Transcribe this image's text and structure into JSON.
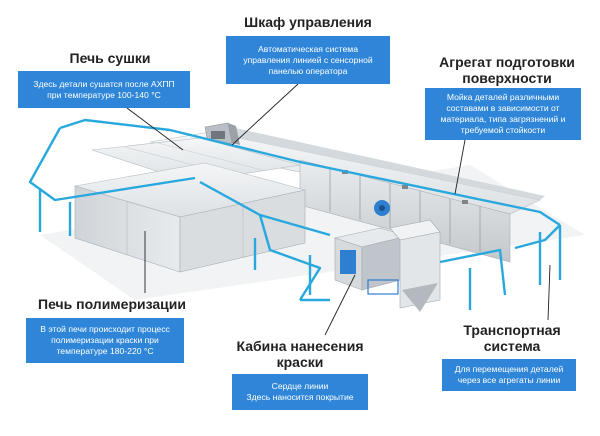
{
  "labels": {
    "cabinet": {
      "title": "Шкаф управления",
      "desc": "Автоматическая система\nуправления линией с сенсорной\nпанелью оператора"
    },
    "dryer": {
      "title": "Печь сушки",
      "desc": "Здесь детали сушатся после АХПП\nпри температуре 100-140 °С"
    },
    "prep": {
      "title_line1": "Агрегат подготовки",
      "title_line2": "поверхности",
      "desc": "Мойка деталей различными\nсоставами в зависимости от\nматериала, типа загрязнений и\nтребуемой стойкости"
    },
    "poly": {
      "title": "Печь полимеризации",
      "desc": "В этой печи происходит процесс\nполимеризации краски при\nтемпературе 180-220 °С"
    },
    "booth": {
      "title_line1": "Кабина нанесения",
      "title_line2": "краски",
      "desc": "Сердце линии\nЗдесь наносится покрытие"
    },
    "transport": {
      "title_line1": "Транспортная",
      "title_line2": "система",
      "desc": "Для перемещения деталей\nчерез все агрегаты линии"
    }
  },
  "colors": {
    "accent": "#2f86d8",
    "conveyor": "#29a8de",
    "panel": "#e4e7ea",
    "panel_dark": "#a9afb5"
  }
}
